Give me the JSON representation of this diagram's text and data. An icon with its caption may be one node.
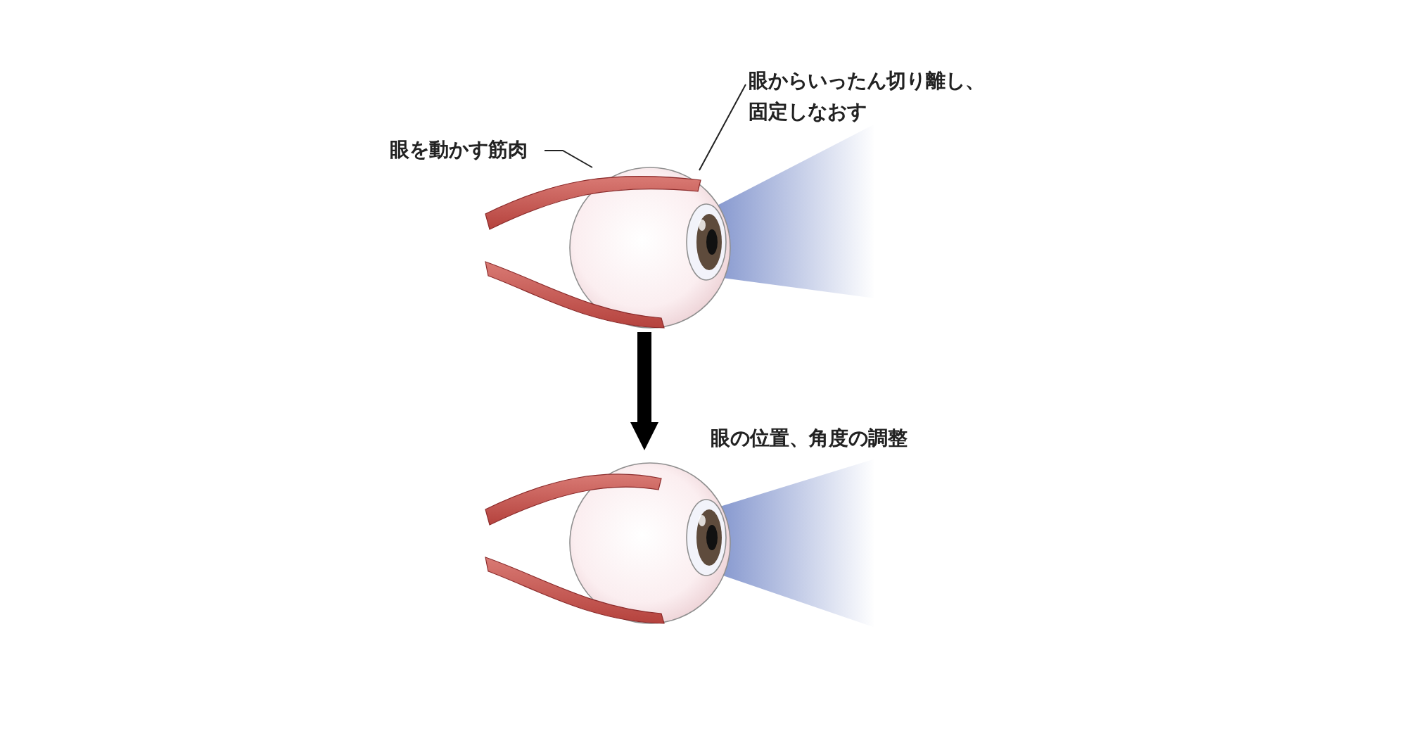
{
  "diagram": {
    "nodes": [
      {
        "text": [
          "眼を動かす筋肉"
        ]
      },
      {
        "text": [],
        "shape": "picture"
      },
      {
        "text": [
          "眼からいったん切り離し、固定しなおす"
        ]
      },
      {
        "text": [],
        "shape": "picture"
      },
      {
        "text": [],
        "shape": "picture"
      }
    ],
    "edges": [
      {
        "from": 0,
        "to": 1,
        "arrow": "none"
      },
      {
        "from": 2,
        "to": 3,
        "arrow": "none"
      },
      {
        "from": 3,
        "to": 4,
        "arrow": "to",
        "style": "thick",
        "label": "眼の位置、角度の調整"
      }
    ]
  }
}
